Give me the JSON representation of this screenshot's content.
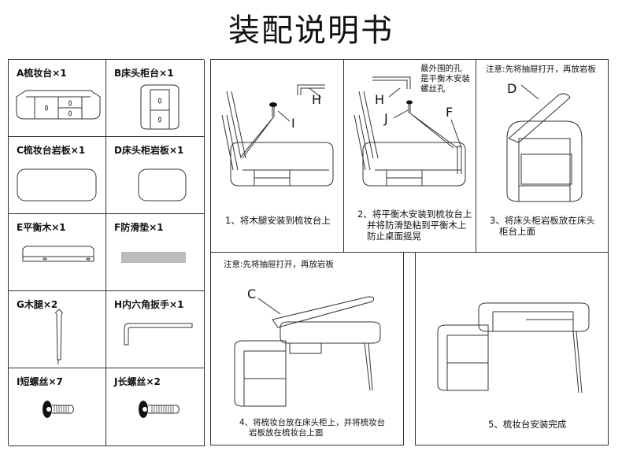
{
  "title": "装配说明书",
  "parts": [
    {
      "label": "A梳妆台×1"
    },
    {
      "label": "B床头柜台×1"
    },
    {
      "label": "C梳妆台岩板×1"
    },
    {
      "label": "D床头柜岩板×1"
    },
    {
      "label": "E平衡木×1"
    },
    {
      "label": "F防滑垫×1"
    },
    {
      "label": "G木腿×2"
    },
    {
      "label": "H内六角扳手×1"
    },
    {
      "label": "I短螺丝×7"
    },
    {
      "label": "J长螺丝×2"
    }
  ],
  "steps": [
    {
      "caption": "1、将木腿安装到梳妆台上",
      "callouts": [
        "H",
        "I"
      ]
    },
    {
      "caption_lines": [
        "2、将平衡木安装到梳妆台上",
        "并将防滑垫粘到平衡木上",
        "防止桌面摇晃"
      ],
      "note_lines": [
        "最外围的孔",
        "是平衡木安装",
        "螺丝孔"
      ],
      "callouts": [
        "H",
        "J",
        "F"
      ]
    },
    {
      "note": "注意:先将抽屉打开，再放岩板",
      "caption_lines": [
        "3、将床头柜岩板放在床头",
        "柜台上面"
      ],
      "callouts": [
        "D"
      ]
    },
    {
      "note": "注意:先将抽屉打开，再放岩板",
      "caption_lines": [
        "4、将梳妆台放在床头柜上，并将梳妆台",
        "岩板放在梳妆台上面"
      ],
      "callouts": [
        "C"
      ]
    },
    {
      "caption": "5、梳妆台安装完成"
    }
  ]
}
